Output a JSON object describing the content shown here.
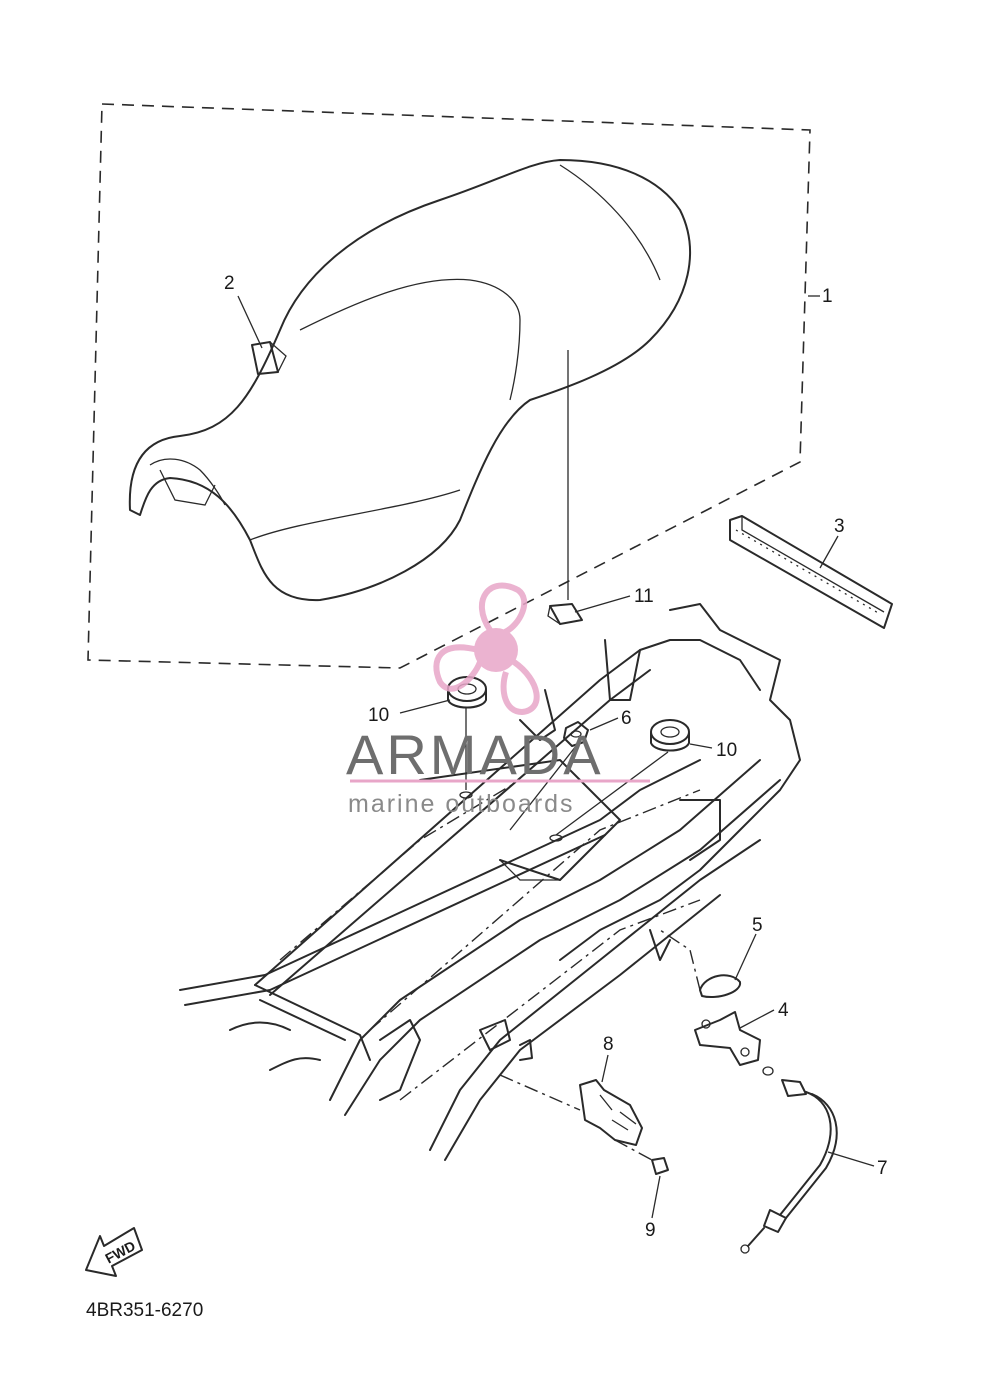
{
  "diagram": {
    "part_code": "4BR351-6270",
    "fwd_label": "FWD",
    "watermark": {
      "brand": "ARMADA",
      "tagline": "marine outboards"
    },
    "callouts": [
      {
        "id": "c1",
        "label": "1"
      },
      {
        "id": "c2",
        "label": "2"
      },
      {
        "id": "c3",
        "label": "3"
      },
      {
        "id": "c4",
        "label": "4"
      },
      {
        "id": "c5",
        "label": "5"
      },
      {
        "id": "c6",
        "label": "6"
      },
      {
        "id": "c7",
        "label": "7"
      },
      {
        "id": "c8",
        "label": "8"
      },
      {
        "id": "c9",
        "label": "9"
      },
      {
        "id": "c10a",
        "label": "10"
      },
      {
        "id": "c10b",
        "label": "10"
      },
      {
        "id": "c11",
        "label": "11"
      }
    ],
    "colors": {
      "line": "#2a2a2a",
      "watermark_pink": "#e8a6c8",
      "watermark_gray": "#6e6e6e"
    }
  }
}
